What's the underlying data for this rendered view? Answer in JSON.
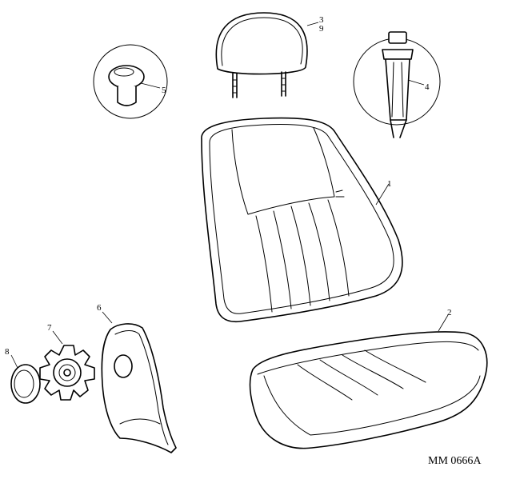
{
  "callouts": {
    "seat_back": "1",
    "seat_cushion": "2",
    "headrest_a": "3",
    "headrest_b": "9",
    "headrest_guide": "4",
    "knob": "5",
    "side_trim": "6",
    "recline_handwheel": "7",
    "cap": "8"
  },
  "drawing_code": "MM 0666A"
}
